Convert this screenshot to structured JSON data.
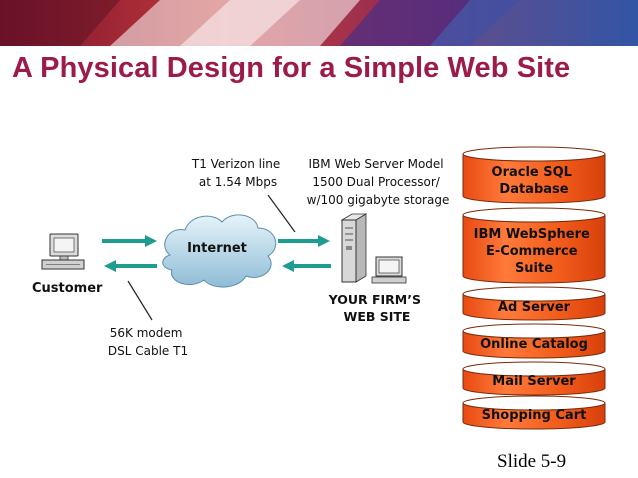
{
  "slide": {
    "title": "A Physical Design for a Simple Web Site",
    "number": "Slide 5-9"
  },
  "diagram": {
    "customer_label": "Customer",
    "internet_label": "Internet",
    "t1_note": [
      "T1 Verizon line",
      "at 1.54 Mbps"
    ],
    "server_note": [
      "IBM Web Server Model",
      "1500 Dual Processor/",
      "w/100 gigabyte storage"
    ],
    "modem_note": [
      "56K modem",
      "DSL Cable T1"
    ],
    "firm_label": [
      "YOUR FIRM’S",
      "WEB SITE"
    ],
    "stack": [
      [
        "Oracle SQL",
        "Database"
      ],
      [
        "IBM WebSphere",
        "E-Commerce",
        "Suite"
      ],
      [
        "Ad Server"
      ],
      [
        "Online Catalog"
      ],
      [
        "Mail Server"
      ],
      [
        "Shopping Cart"
      ]
    ]
  },
  "colors": {
    "title": "#9b1c4c",
    "arrow": "#1f9c90",
    "cylinder": "#f05a1a",
    "cloud": "#b9d9e8"
  }
}
